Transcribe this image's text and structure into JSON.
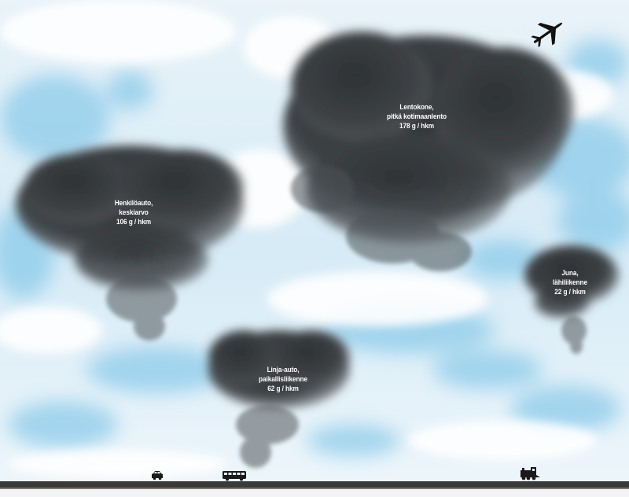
{
  "clouds": [
    {
      "id": "lentokone",
      "line1": "Lentokone,",
      "line2": "pitkä kotimaanlento",
      "line3": "178 g / hkm"
    },
    {
      "id": "henkiloauto",
      "line1": "Henkilöauto,",
      "line2": "keskiarvo",
      "line3": "106 g / hkm"
    },
    {
      "id": "juna",
      "line1": "Juna,",
      "line2": "lähiliikenne",
      "line3": "22 g / hkm"
    },
    {
      "id": "linja-auto",
      "line1": "Linja-auto,",
      "line2": "paikallisliikenne",
      "line3": "62 g / hkm"
    }
  ],
  "colors": {
    "sky": "#cfe6f3",
    "sky_blue": "#7fc3e6",
    "cloud_white": "#ffffff",
    "smoke": "#3a3d40",
    "ground": "#3b3a38"
  },
  "icons": [
    "airplane-icon",
    "car-icon",
    "bus-icon",
    "train-icon"
  ]
}
